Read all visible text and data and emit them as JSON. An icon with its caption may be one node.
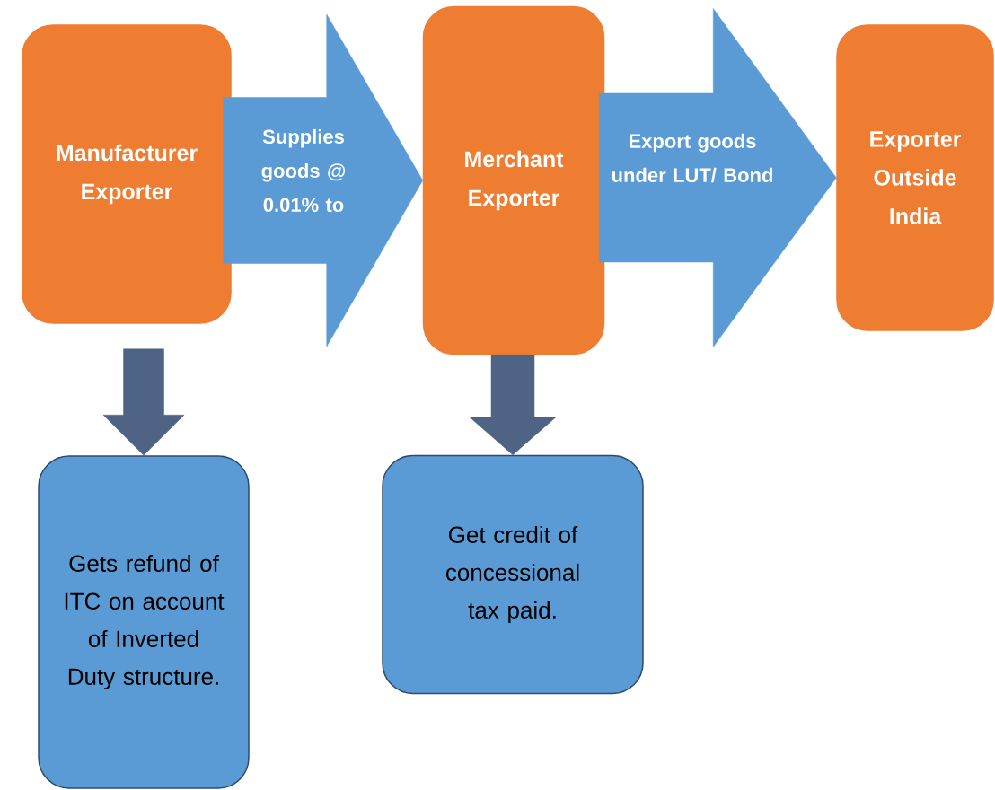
{
  "diagram": {
    "nodes": [
      {
        "text": [
          "Manufacturer Exporter"
        ]
      },
      {
        "text": [
          "Merchant Exporter"
        ]
      },
      {
        "text": [
          "Exporter Outside India"
        ]
      },
      {
        "text": [
          "Gets refund of ITC on account of Inverted Duty structure."
        ]
      },
      {
        "text": [
          "Get credit of concessional tax paid."
        ]
      }
    ],
    "edges": [
      {
        "from": 0,
        "to": 1,
        "arrow": "to",
        "label": "Supplies goods @ 0.01% to",
        "style": "thick"
      },
      {
        "from": 1,
        "to": 2,
        "arrow": "to",
        "label": "Export goods under LUT/ Bond",
        "style": "thick"
      },
      {
        "from": 0,
        "to": 3,
        "arrow": "to",
        "color": "#4f6385",
        "style": "thick"
      },
      {
        "from": 1,
        "to": 4,
        "arrow": "to",
        "color": "#4f6385",
        "style": "thick"
      }
    ]
  }
}
